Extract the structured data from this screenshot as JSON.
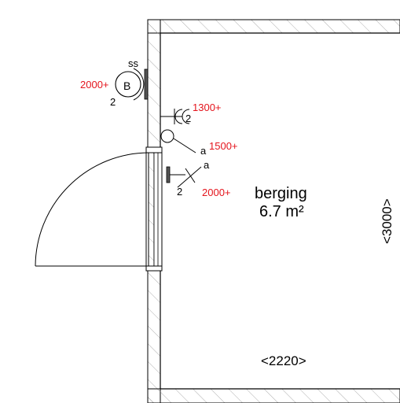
{
  "room": {
    "name": "berging",
    "area": "6.7 m²",
    "width_dim": "<2220>",
    "height_dim": "<3000>"
  },
  "symbols": {
    "bell": {
      "letter": "B",
      "marker": "ss",
      "height": "2000+",
      "count": "2"
    },
    "socket_top": {
      "height": "1300+",
      "count": "2"
    },
    "lamp": {
      "switch": "a",
      "height": "1500+"
    },
    "switch": {
      "marker": "a",
      "count": "2",
      "height": "2000+"
    }
  },
  "colors": {
    "height_label": "#e4141c",
    "lines": "#000000",
    "hatch": "#9a9a9a"
  }
}
